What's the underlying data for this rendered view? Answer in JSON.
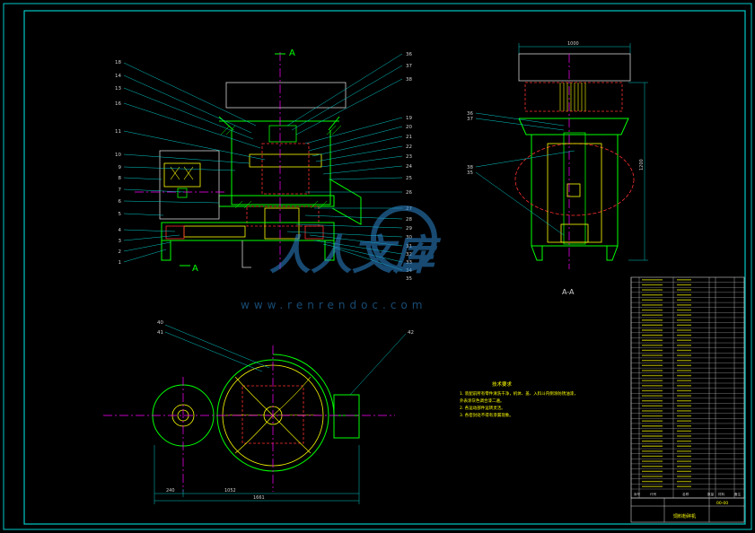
{
  "drawing": {
    "section_marks": {
      "top": "A",
      "bottom": "A",
      "section_view_label": "A-A"
    },
    "dimensions": {
      "top_view_width": "1000",
      "side_height": "1200",
      "bottom_left": "240",
      "bottom_mid": "1052",
      "bottom_total": "1661"
    },
    "callouts_left": [
      "18",
      "14",
      "13",
      "16",
      "11",
      "10",
      "9",
      "8",
      "7",
      "6",
      "5",
      "4",
      "3",
      "2",
      "1"
    ],
    "callouts_right": [
      "36",
      "37",
      "38",
      "19",
      "20",
      "21",
      "22",
      "23",
      "24",
      "25",
      "26",
      "27",
      "28",
      "29",
      "30",
      "31",
      "32",
      "33",
      "34",
      "35"
    ],
    "callouts_side": [
      "36",
      "37",
      "38",
      "35"
    ],
    "callouts_plan": [
      "40",
      "41",
      "42"
    ],
    "tech_notes": {
      "title": "技术要求",
      "lines": [
        "1. 装配前所有零件清洗干净，机体、盖、入料斗内侧涂防锈油漆，",
        "   外表涂灰色调合漆二遍。",
        "2. 各运动部件运转灵活。",
        "3. 各密封处不得有渗漏现象。"
      ]
    },
    "watermark": {
      "brand": "人人文库",
      "url": "www.renrendoc.com"
    },
    "title_block": {
      "drawing_name": "饲料粉碎机",
      "drawing_no": "00-00",
      "headers": [
        "序号",
        "代号",
        "名称",
        "数量",
        "材料",
        "备注"
      ]
    }
  }
}
